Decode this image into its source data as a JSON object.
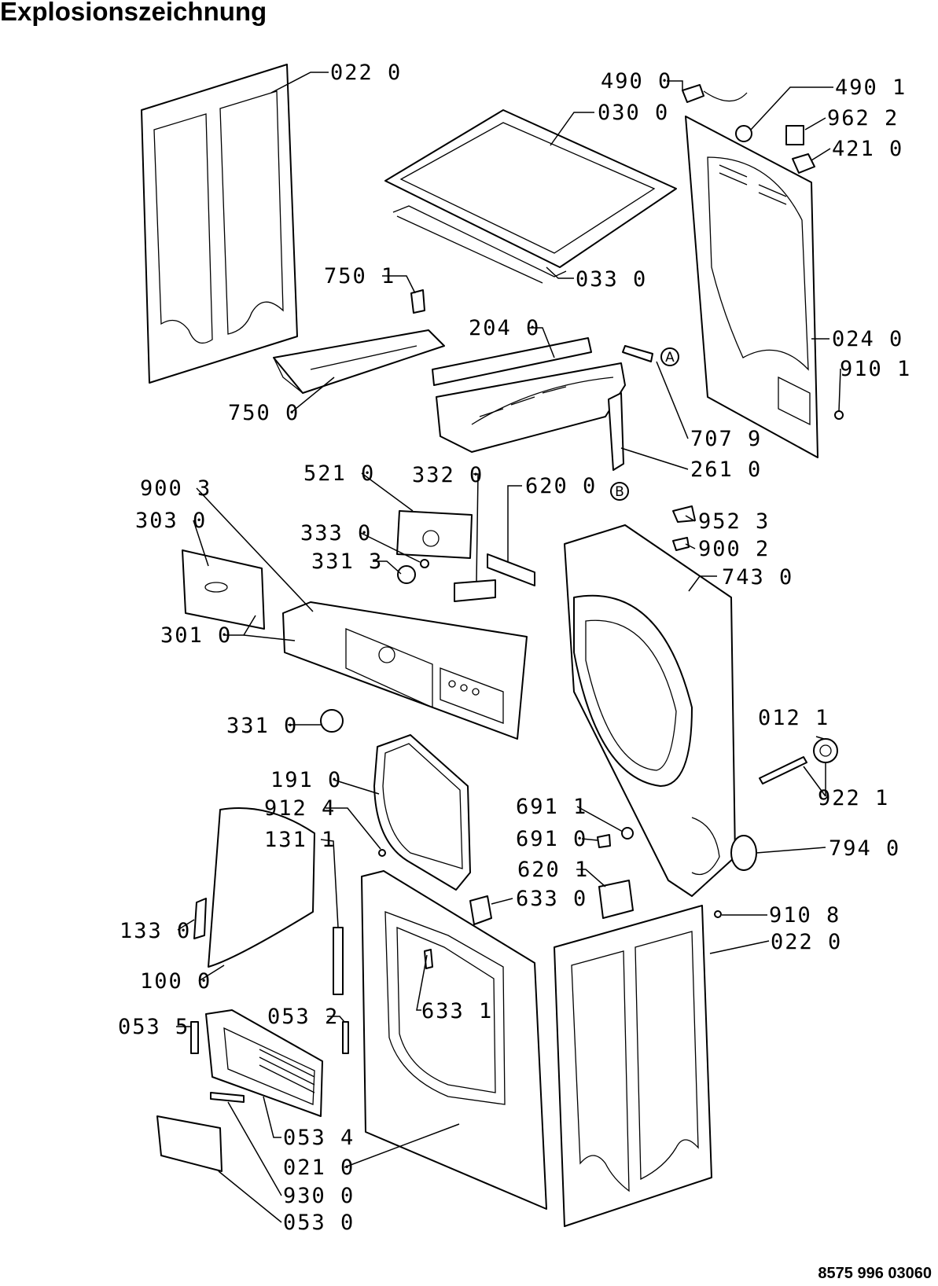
{
  "title": "Explosionszeichnung",
  "doc_number": "8575 996 03060",
  "callouts": [
    {
      "id": "l-022-0-top",
      "text": "022 0"
    },
    {
      "id": "l-490-0",
      "text": "490 0"
    },
    {
      "id": "l-490-1",
      "text": "490 1"
    },
    {
      "id": "l-030-0",
      "text": "030 0"
    },
    {
      "id": "l-962-2",
      "text": "962 2"
    },
    {
      "id": "l-421-0",
      "text": "421 0"
    },
    {
      "id": "l-750-1",
      "text": "750 1"
    },
    {
      "id": "l-033-0",
      "text": "033 0"
    },
    {
      "id": "l-204-0",
      "text": "204 0"
    },
    {
      "id": "l-024-0",
      "text": "024 0"
    },
    {
      "id": "l-910-1",
      "text": "910 1"
    },
    {
      "id": "l-750-0",
      "text": "750 0"
    },
    {
      "id": "l-707-9",
      "text": "707 9"
    },
    {
      "id": "l-261-0",
      "text": "261 0"
    },
    {
      "id": "l-900-3",
      "text": "900 3"
    },
    {
      "id": "l-521-0",
      "text": "521 0"
    },
    {
      "id": "l-332-0",
      "text": "332 0"
    },
    {
      "id": "l-620-0",
      "text": "620 0"
    },
    {
      "id": "l-303-0",
      "text": "303 0"
    },
    {
      "id": "l-952-3",
      "text": "952 3"
    },
    {
      "id": "l-333-0",
      "text": "333 0"
    },
    {
      "id": "l-900-2",
      "text": "900 2"
    },
    {
      "id": "l-331-3",
      "text": "331 3"
    },
    {
      "id": "l-743-0",
      "text": "743 0"
    },
    {
      "id": "l-301-0",
      "text": "301 0"
    },
    {
      "id": "l-331-0",
      "text": "331 0"
    },
    {
      "id": "l-012-1",
      "text": "012 1"
    },
    {
      "id": "l-191-0",
      "text": "191 0"
    },
    {
      "id": "l-922-1",
      "text": "922 1"
    },
    {
      "id": "l-912-4",
      "text": "912 4"
    },
    {
      "id": "l-691-1",
      "text": "691 1"
    },
    {
      "id": "l-131-1",
      "text": "131 1"
    },
    {
      "id": "l-794-0",
      "text": "794 0"
    },
    {
      "id": "l-691-0",
      "text": "691 0"
    },
    {
      "id": "l-620-1",
      "text": "620 1"
    },
    {
      "id": "l-133-0",
      "text": "133 0"
    },
    {
      "id": "l-633-0",
      "text": "633 0"
    },
    {
      "id": "l-910-8",
      "text": "910 8"
    },
    {
      "id": "l-022-0-bottom",
      "text": "022 0"
    },
    {
      "id": "l-100-0",
      "text": "100 0"
    },
    {
      "id": "l-633-1",
      "text": "633 1"
    },
    {
      "id": "l-053-5",
      "text": "053 5"
    },
    {
      "id": "l-053-2",
      "text": "053 2"
    },
    {
      "id": "l-053-4",
      "text": "053 4"
    },
    {
      "id": "l-021-0",
      "text": "021 0"
    },
    {
      "id": "l-930-0",
      "text": "930 0"
    },
    {
      "id": "l-053-0",
      "text": "053 0"
    }
  ],
  "connectors": {
    "a": "A",
    "b": "B"
  }
}
